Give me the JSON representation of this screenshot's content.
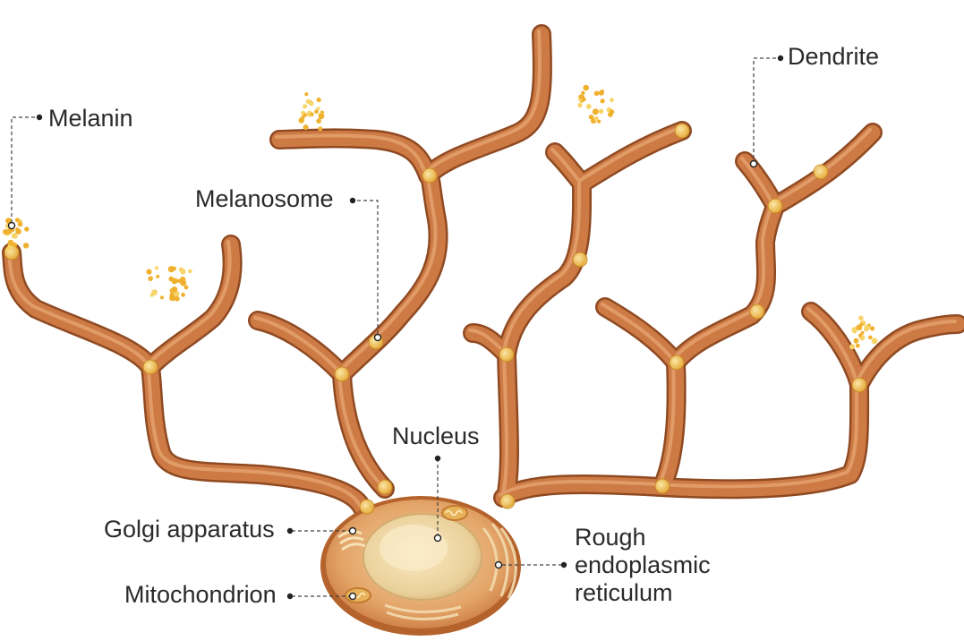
{
  "diagram": {
    "labels": {
      "melanin": "Melanin",
      "melanosome": "Melanosome",
      "dendrite": "Dendrite",
      "nucleus": "Nucleus",
      "golgi": "Golgi apparatus",
      "mitochondrion": "Mitochondrion",
      "rer_line1": "Rough",
      "rer_line2": "endoplasmic",
      "rer_line3": "reticulum"
    },
    "colors": {
      "dendrite_fill": "#cd7a45",
      "dendrite_outline": "#8f4a22",
      "dendrite_highlight": "#e6a470",
      "melanosome": "#f2c04a",
      "melanin_granule": "#efb12f",
      "cell_body": "#e9b479",
      "nucleus": "#f4d9a0",
      "leader_line": "#444444"
    }
  }
}
